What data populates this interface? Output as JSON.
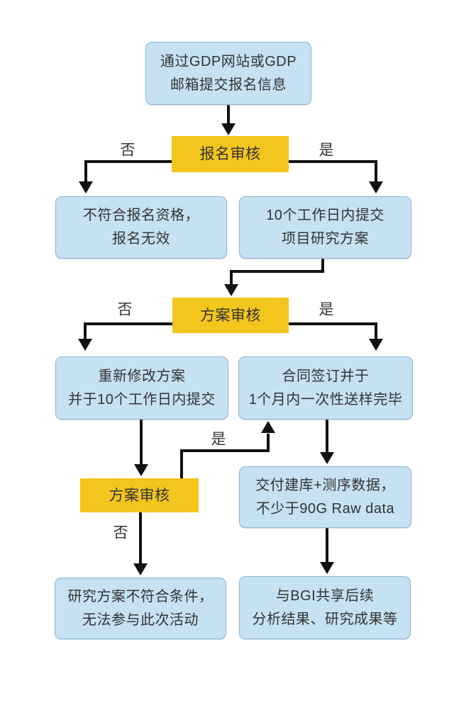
{
  "diagram": {
    "type": "flowchart",
    "nodes": {
      "submit_info": {
        "line1": "通过GDP网站或GDP",
        "line2": "邮箱提交报名信息"
      },
      "review_registration": {
        "label": "报名审核"
      },
      "not_eligible": {
        "line1": "不符合报名资格，",
        "line2": "报名无效"
      },
      "submit_proposal": {
        "line1": "10个工作日内提交",
        "line2": "项目研究方案"
      },
      "review_proposal": {
        "label": "方案审核"
      },
      "revise_proposal": {
        "line1": "重新修改方案",
        "line2": "并于10个工作日内提交"
      },
      "sign_contract": {
        "line1": "合同签订并于",
        "line2": "1个月内一次性送样完毕"
      },
      "review_proposal_2": {
        "label": "方案审核"
      },
      "deliver_data": {
        "line1": "交付建库+测序数据，",
        "line2": "不少于90G Raw data"
      },
      "proposal_rejected": {
        "line1": "研究方案不符合条件，",
        "line2": "无法参与此次活动"
      },
      "share_results": {
        "line1": "与BGI共享后续",
        "line2": "分析结果、研究成果等"
      }
    },
    "branch_labels": {
      "yes": "是",
      "no": "否"
    },
    "colors": {
      "decision_fill": "#F3C51D",
      "process_fill": "#C6E1F2",
      "process_border": "#8FB5D5",
      "line": "#111111",
      "text": "#333333"
    }
  }
}
